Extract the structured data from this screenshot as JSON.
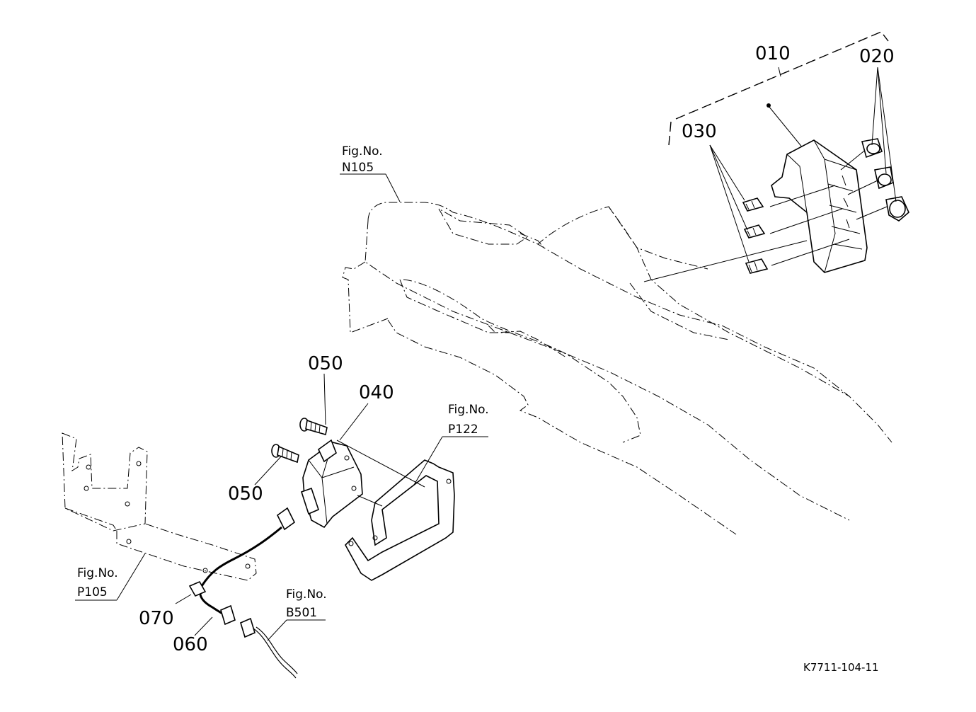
{
  "callouts": {
    "c010": "010",
    "c020": "020",
    "c030": "030",
    "c040": "040",
    "c050a": "050",
    "c050b": "050",
    "c060": "060",
    "c070": "070"
  },
  "figure_refs": {
    "n105": {
      "label": "Fig.No.",
      "code": "N105"
    },
    "p122": {
      "label": "Fig.No.",
      "code": "P122"
    },
    "p105": {
      "label": "Fig.No.",
      "code": "P105"
    },
    "b501": {
      "label": "Fig.No.",
      "code": "B501"
    }
  },
  "drawing_code": "K7711-104-11"
}
